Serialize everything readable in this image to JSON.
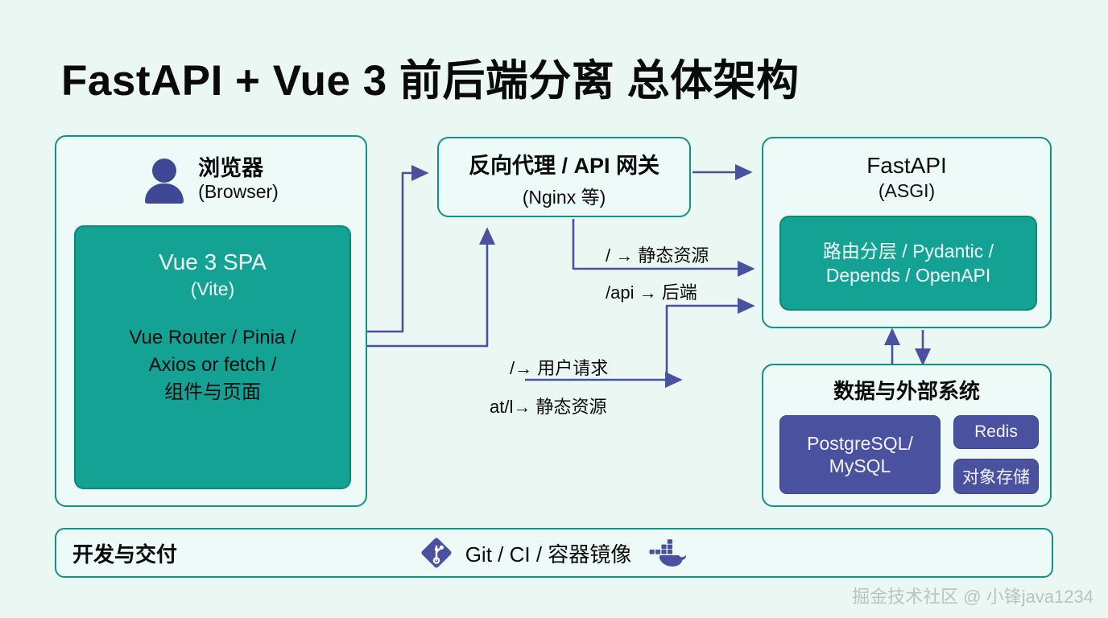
{
  "page": {
    "title": "FastAPI + Vue 3 前后端分离 总体架构",
    "background_color": "#eaf7f3",
    "accent_teal": "#13a294",
    "accent_purple": "#4a52a0",
    "border_teal": "#139183"
  },
  "browser": {
    "icon": "person-icon",
    "title": "浏览器",
    "subtitle": "(Browser)",
    "spa": {
      "title": "Vue 3 SPA",
      "subtitle": "(Vite)",
      "stack_line1": "Vue Router / Pinia /",
      "stack_line2": "Axios or fetch /",
      "stack_line3": "组件与页面"
    }
  },
  "proxy": {
    "title": "反向代理 / API 网关",
    "subtitle": "(Nginx 等)"
  },
  "fastapi": {
    "title": "FastAPI",
    "subtitle": "(ASGI)",
    "inner_line1": "路由分层 / Pydantic /",
    "inner_line2": "Depends / OpenAPI"
  },
  "data_systems": {
    "title": "数据与外部系统",
    "db_line1": "PostgreSQL/",
    "db_line2": "MySQL",
    "redis": "Redis",
    "object_storage": "对象存储"
  },
  "connectors": {
    "static_route": "/ → 静态资源",
    "api_route": "/api → 后端",
    "user_request": "/→ 用户请求",
    "static_request": "at/l→ 静态资源"
  },
  "devops": {
    "label": "开发与交付",
    "pipeline": "Git / CI / 容器镜像",
    "git_icon": "git-icon",
    "docker_icon": "docker-whale-icon"
  },
  "watermark": {
    "text": "掘金技术社区 @ 小锋java1234"
  }
}
